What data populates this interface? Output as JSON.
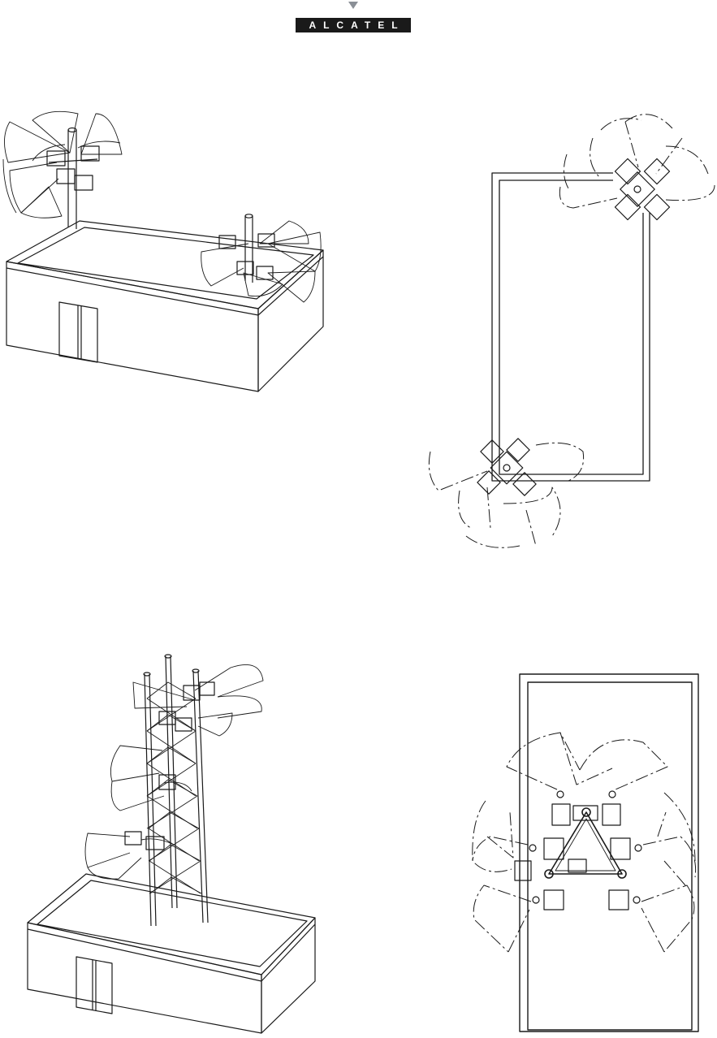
{
  "logo": {
    "text": "ALCATEL",
    "triangle_color": "#8a8f96",
    "bar_color": "#1a1a1a"
  },
  "figures": [
    {
      "name": "rooftop-building-two-masts-perspective"
    },
    {
      "name": "rooftop-plan-two-clusters"
    },
    {
      "name": "lattice-tower-on-building-perspective"
    },
    {
      "name": "lattice-tower-plan-view"
    }
  ],
  "line_color": "#1a1a1a"
}
